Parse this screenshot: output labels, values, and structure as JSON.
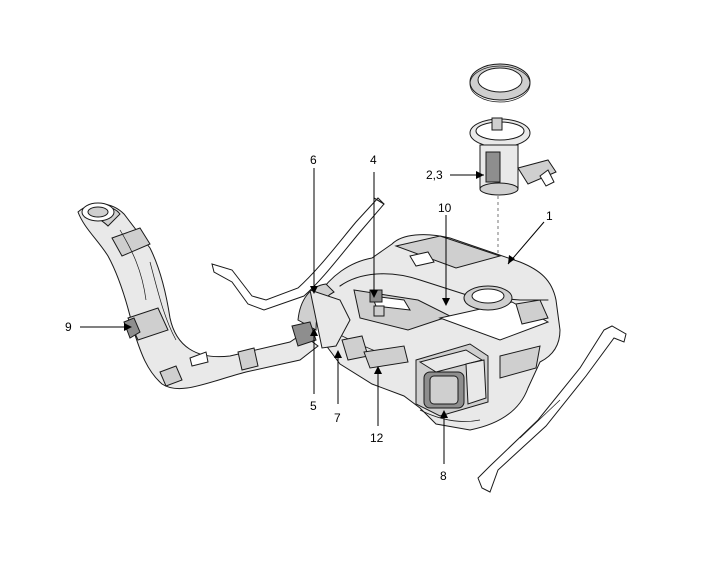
{
  "callouts": {
    "c1": "1",
    "c23": "2,3",
    "c4": "4",
    "c5": "5",
    "c6": "6",
    "c7": "7",
    "c8": "8",
    "c9": "9",
    "c10": "10",
    "c12": "12"
  }
}
